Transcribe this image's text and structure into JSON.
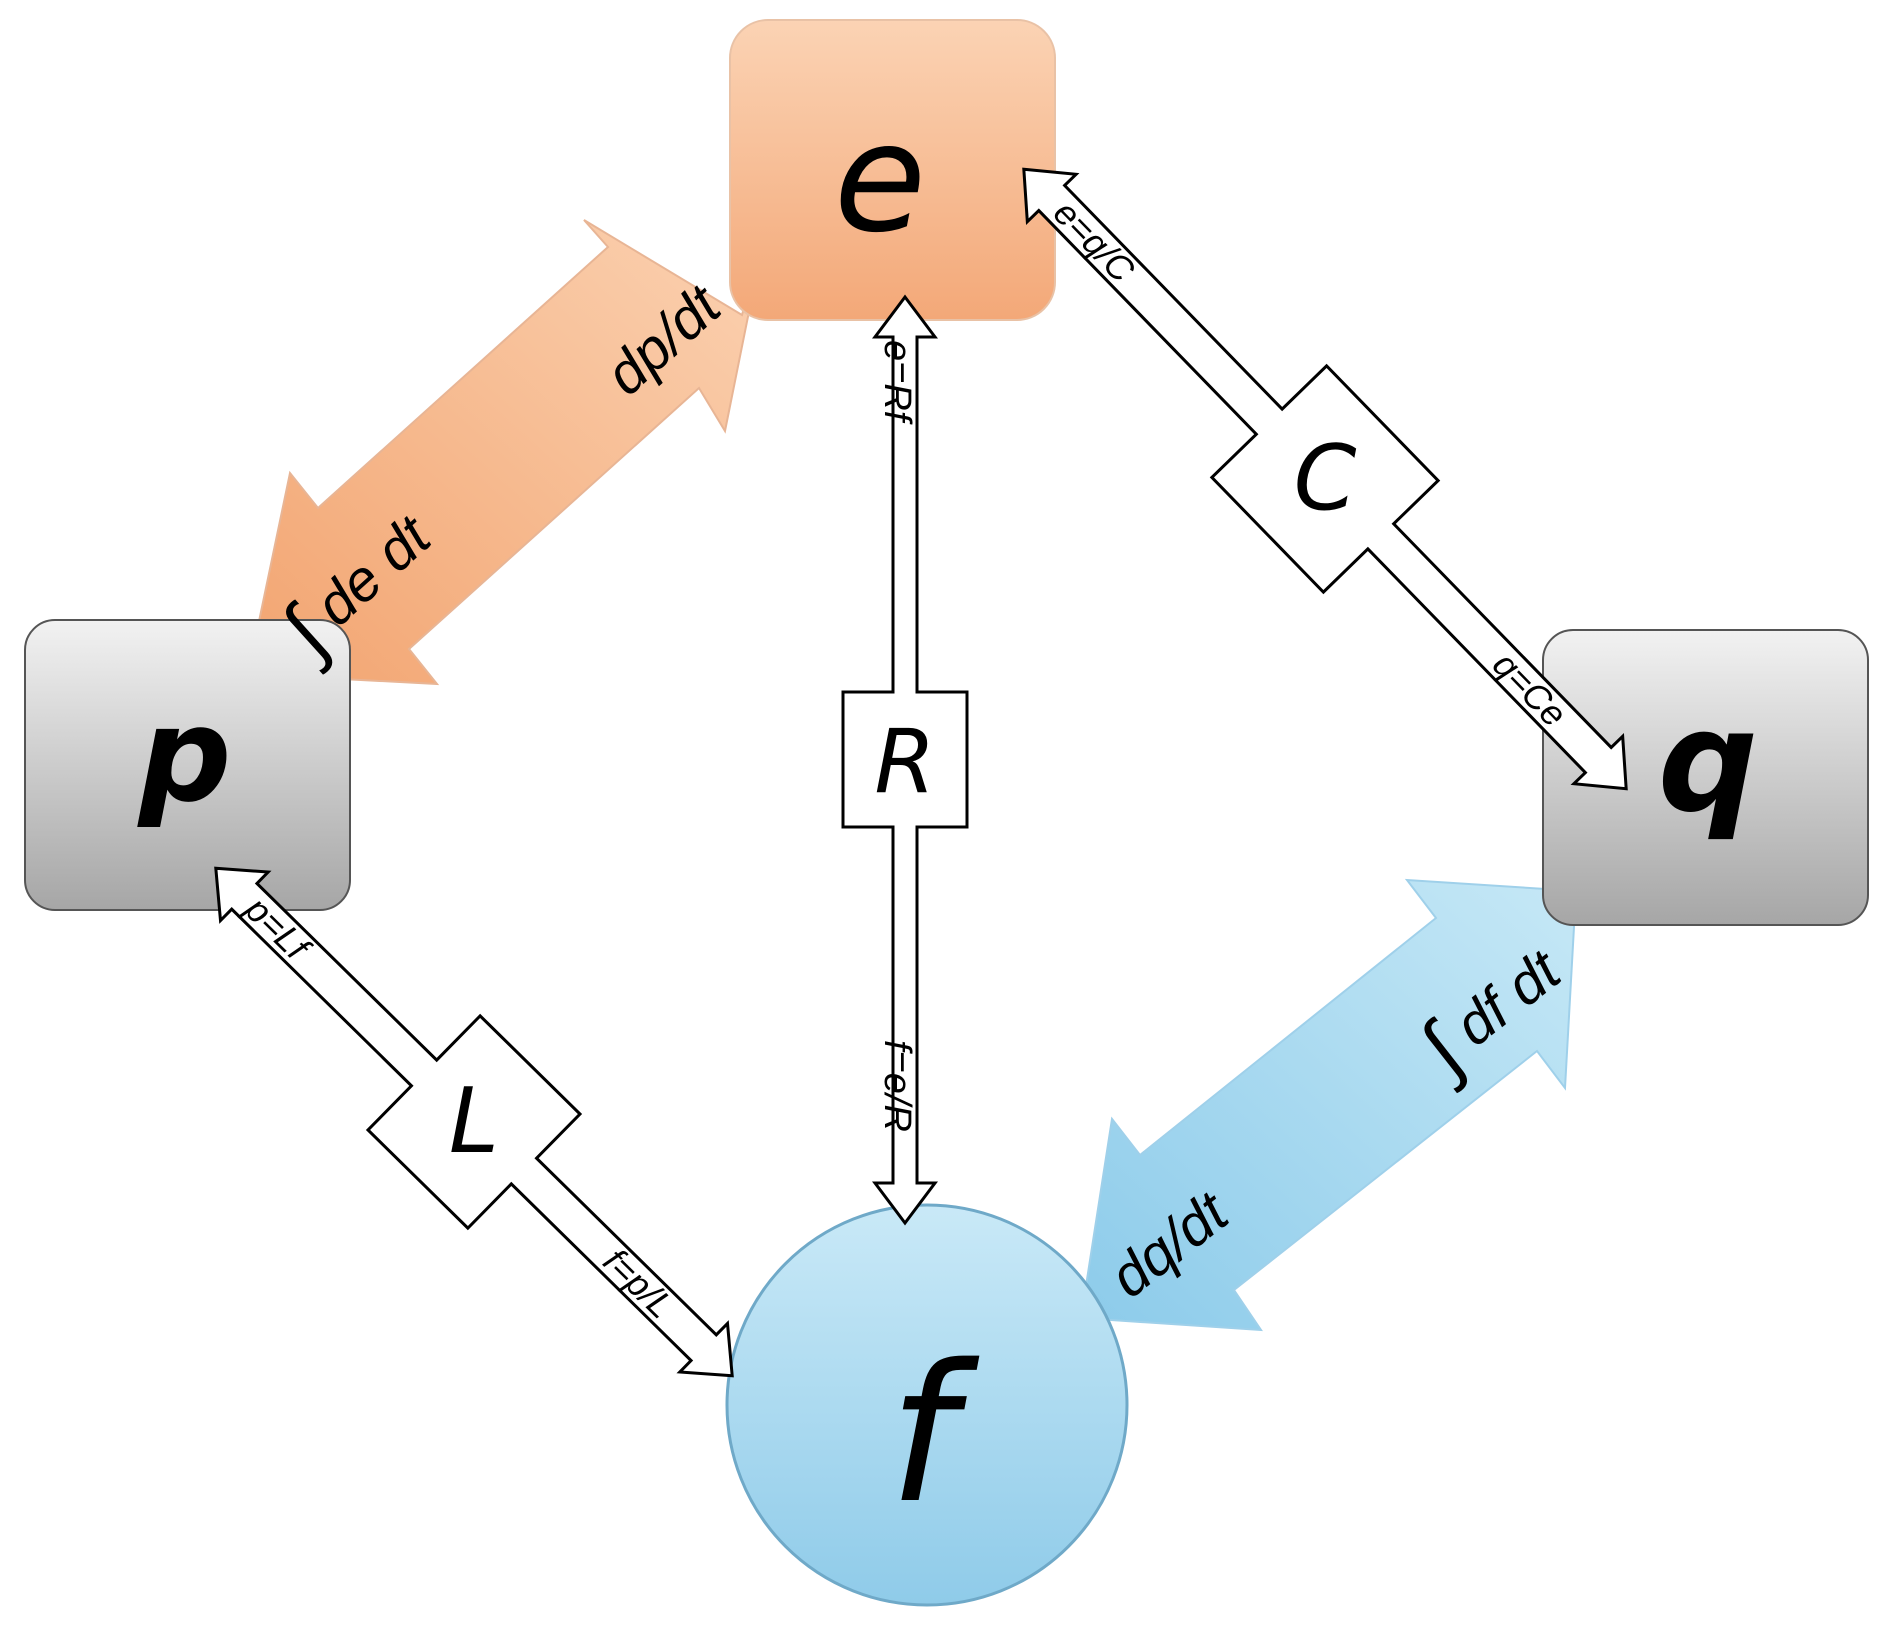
{
  "nodes": {
    "e": "e",
    "p": "p",
    "q": "q",
    "f": "f"
  },
  "elements": {
    "R": "R",
    "C": "C",
    "L": "L"
  },
  "relations": {
    "e_from_f": "e=Rf",
    "f_from_e": "f=e/R",
    "e_from_q": "e=q/C",
    "q_from_e": "q=Ce",
    "p_from_f": "p=Lf",
    "f_from_p": "f=p/L"
  },
  "integrals": {
    "p_from_e": "de dt",
    "e_from_p": "dp/dt",
    "q_from_f": "df dt",
    "f_from_q": "dq/dt"
  },
  "colors": {
    "effort": "#f4b183",
    "flow": "#a9d8f0",
    "state": "#bdbdbd"
  }
}
